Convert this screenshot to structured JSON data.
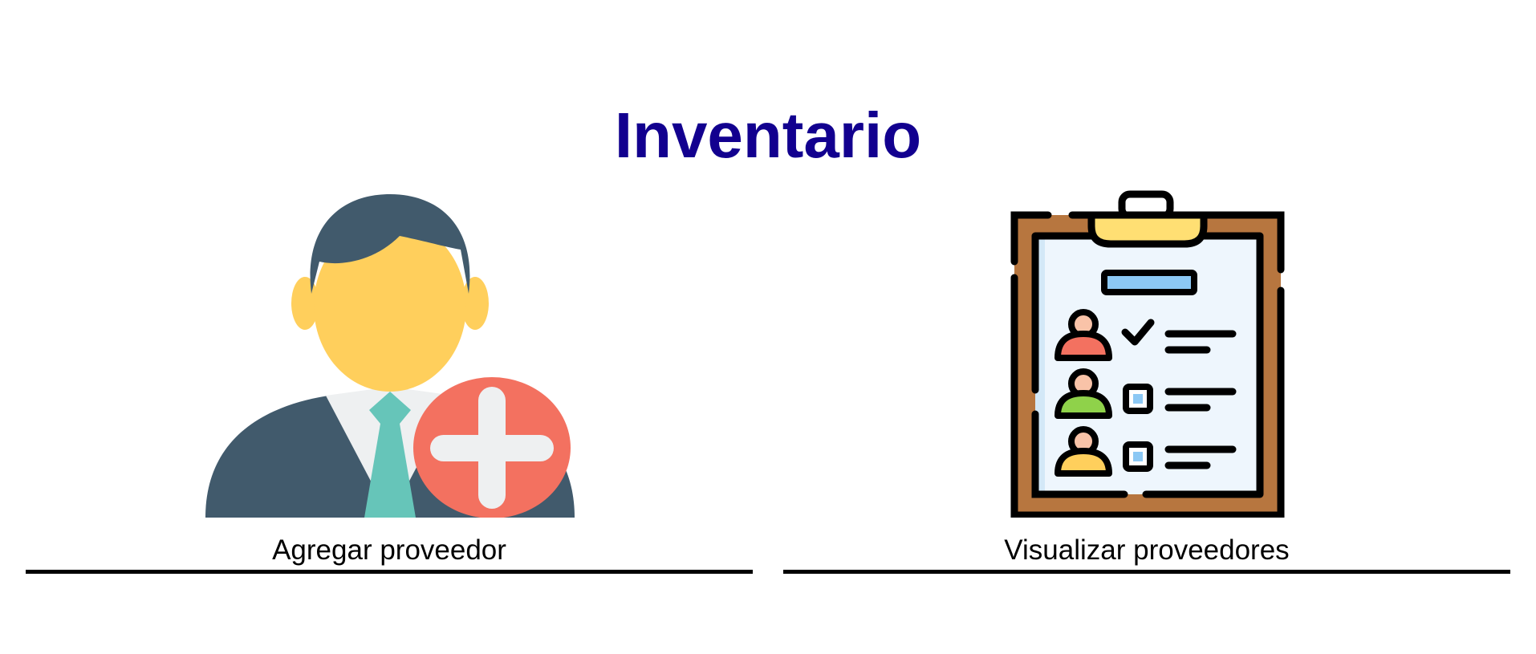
{
  "page": {
    "title": "Inventario"
  },
  "colors": {
    "title": "#12008f",
    "accent_red": "#f37160",
    "suit": "#415a6c",
    "skin": "#ffcf5c",
    "tie": "#66c5b9",
    "clipboard_frame": "#b7763f",
    "clip": "#ffdf73"
  },
  "cards": [
    {
      "label": "Agregar proveedor",
      "icon": "add-user-icon"
    },
    {
      "label": "Visualizar proveedores",
      "icon": "clipboard-list-icon"
    }
  ]
}
